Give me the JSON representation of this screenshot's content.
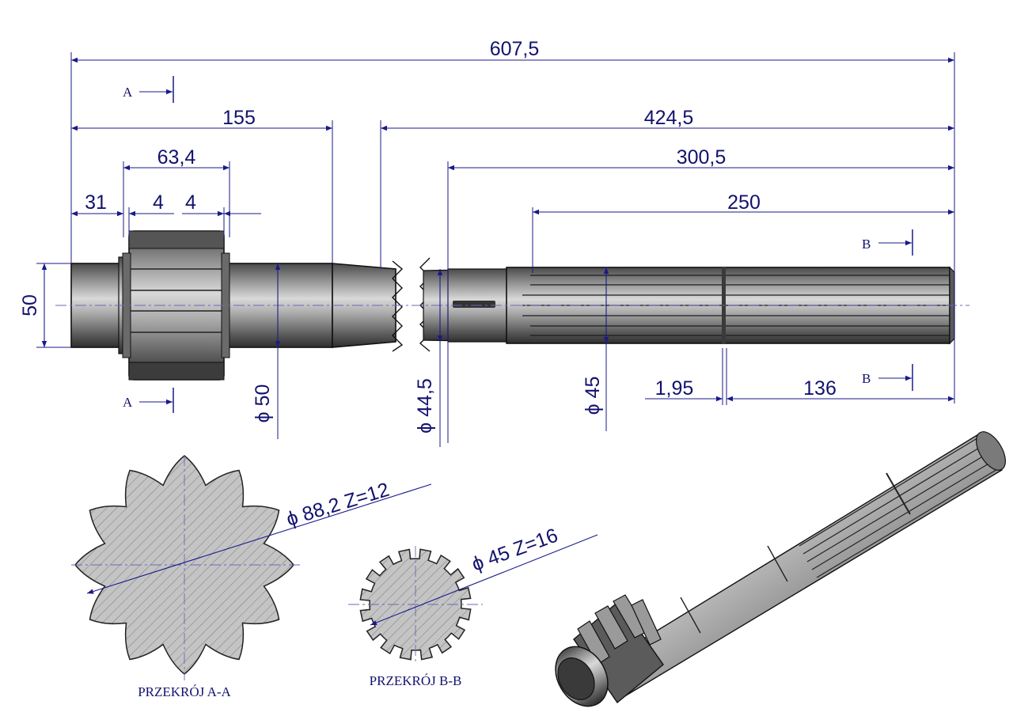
{
  "dimensions": {
    "total_length": "607,5",
    "left_part": "155",
    "right_part": "424,5",
    "spline_zone": "300,5",
    "spline_length": "250",
    "gear_width": "63,4",
    "left_offset": "31",
    "gap_left": "4",
    "gap_right": "4",
    "journal_diameter": "50",
    "shaft_diameter": "ϕ 50",
    "neck_diameter": "ϕ 44,5",
    "spline_diameter": "ϕ 45",
    "groove_width": "1,95",
    "end_length": "136"
  },
  "section_marks": {
    "a_top": "A",
    "a_bottom": "A",
    "b_top": "B",
    "b_bottom": "B"
  },
  "sections": {
    "aa_label": "PRZEKRÓJ A-A",
    "aa_spec": "ϕ 88,2  Z=12",
    "bb_label": "PRZEKRÓJ B-B",
    "bb_spec": "ϕ 45  Z=16"
  },
  "colors": {
    "dimension_lines": "#1a1a8a",
    "steel": "#8f8f8f",
    "hatch": "#9e9e9e"
  }
}
